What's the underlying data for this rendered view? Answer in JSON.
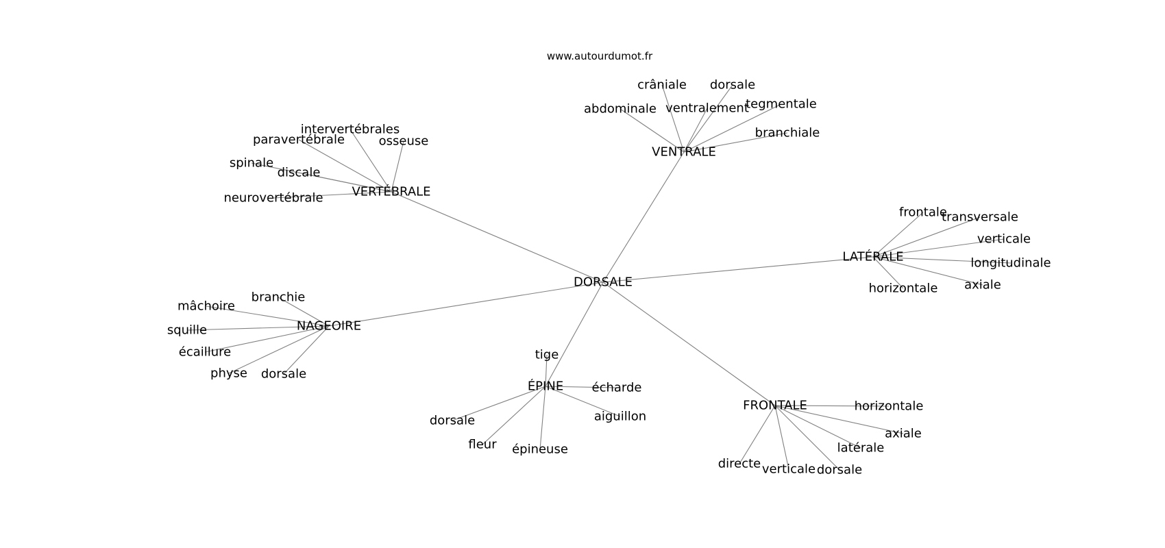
{
  "header": {
    "credit": "www.autourdumot.fr"
  },
  "graph": {
    "root": "DORSALE",
    "hubs": [
      {
        "id": "vertebrale",
        "label": "VERTÉBRALE",
        "leaves": [
          "intervertébrales",
          "paravertébrale",
          "osseuse",
          "spinale",
          "discale",
          "neurovertébrale"
        ]
      },
      {
        "id": "ventrale",
        "label": "VENTRALE",
        "leaves": [
          "crâniale",
          "dorsale",
          "abdominale",
          "ventralement",
          "tegmentale",
          "branchiale"
        ]
      },
      {
        "id": "laterale",
        "label": "LATÉRALE",
        "leaves": [
          "frontale",
          "transversale",
          "verticale",
          "longitudinale",
          "axiale",
          "horizontale"
        ]
      },
      {
        "id": "nageoire",
        "label": "NAGEOIRE",
        "leaves": [
          "branchie",
          "mâchoire",
          "squille",
          "écaillure",
          "physe",
          "dorsale"
        ]
      },
      {
        "id": "epine",
        "label": "ÉPINE",
        "leaves": [
          "tige",
          "écharde",
          "aiguillon",
          "dorsale",
          "fleur",
          "épineuse"
        ]
      },
      {
        "id": "frontale",
        "label": "FRONTALE",
        "leaves": [
          "horizontale",
          "axiale",
          "latérale",
          "dorsale",
          "verticale",
          "directe"
        ]
      }
    ]
  },
  "style": {
    "edge_color": "#808080",
    "text_color": "#000000",
    "background": "#ffffff"
  }
}
